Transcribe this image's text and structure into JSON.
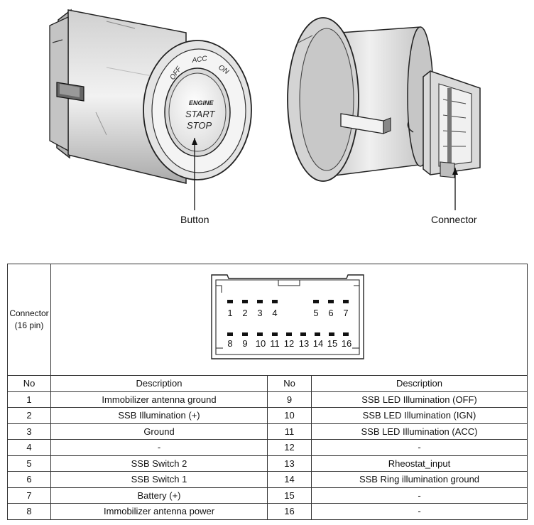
{
  "callouts": {
    "button": "Button",
    "connector": "Connector"
  },
  "button_text": {
    "off": "OFF",
    "acc": "ACC",
    "on": "ON",
    "engine": "ENGINE",
    "start": "START",
    "stop": "STOP"
  },
  "connector_table": {
    "label_line1": "Connector",
    "label_line2": "(16 pin)",
    "pins_top_left": [
      "1",
      "2",
      "3",
      "4"
    ],
    "pins_top_right": [
      "5",
      "6",
      "7"
    ],
    "pins_bottom": [
      "8",
      "9",
      "10",
      "11",
      "12",
      "13",
      "14",
      "15",
      "16"
    ],
    "headers": {
      "no": "No",
      "description": "Description"
    },
    "rows": [
      {
        "no_l": "1",
        "desc_l": "Immobilizer antenna ground",
        "no_r": "9",
        "desc_r": "SSB LED Illumination (OFF)"
      },
      {
        "no_l": "2",
        "desc_l": "SSB Illumination (+)",
        "no_r": "10",
        "desc_r": "SSB LED Illumination (IGN)"
      },
      {
        "no_l": "3",
        "desc_l": "Ground",
        "no_r": "11",
        "desc_r": "SSB LED Illumination (ACC)"
      },
      {
        "no_l": "4",
        "desc_l": "-",
        "no_r": "12",
        "desc_r": "-"
      },
      {
        "no_l": "5",
        "desc_l": "SSB Switch 2",
        "no_r": "13",
        "desc_r": "Rheostat_input"
      },
      {
        "no_l": "6",
        "desc_l": "SSB Switch 1",
        "no_r": "14",
        "desc_r": "SSB Ring illumination ground"
      },
      {
        "no_l": "7",
        "desc_l": "Battery (+)",
        "no_r": "15",
        "desc_r": "-"
      },
      {
        "no_l": "8",
        "desc_l": "Immobilizer antenna power",
        "no_r": "16",
        "desc_r": "-"
      }
    ]
  }
}
